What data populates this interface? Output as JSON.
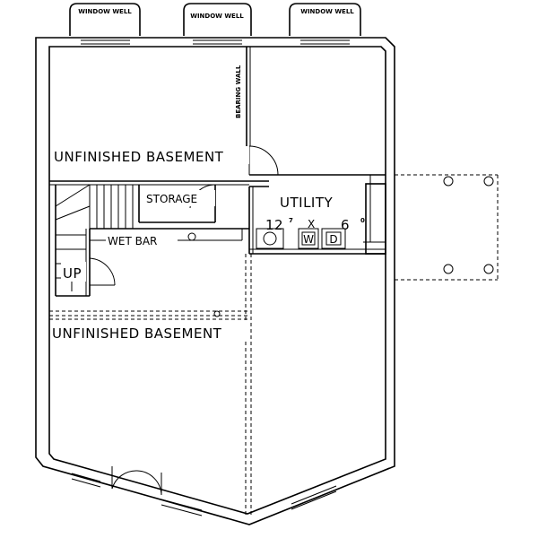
{
  "labels": {
    "window_well_left": "WINDOW WELL",
    "window_well_center": "WINDOW WELL",
    "window_well_right": "WINDOW WELL",
    "bearing_wall": "BEARING WALL",
    "unfinished_basement_top": "UNFINISHED BASEMENT",
    "storage": "STORAGE",
    "utility": "UTILITY",
    "utility_dim_a": "12",
    "utility_dim_a_sup": "7",
    "utility_dim_x": "X",
    "utility_dim_b": "6",
    "utility_dim_b_sup": "0",
    "wet_bar": "WET BAR",
    "stair_up": "UP",
    "unfinished_basement_bottom": "UNFINISHED BASEMENT",
    "washer": "W",
    "dryer": "D"
  }
}
